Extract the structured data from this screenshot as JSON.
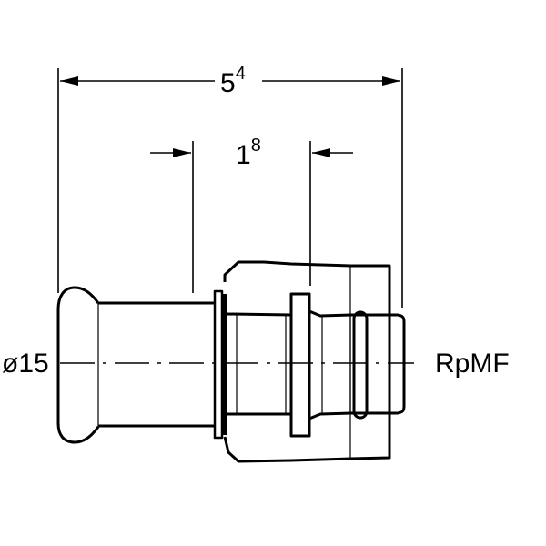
{
  "drawing": {
    "type": "technical drawing - press fitting adapter with union nut",
    "line_color": "#000000",
    "background": "#ffffff"
  },
  "dimensions": {
    "overall_length": {
      "main": "5",
      "sup": "4"
    },
    "insertion_depth": {
      "main": "1",
      "sup": "8"
    }
  },
  "labels": {
    "left_diameter": "ø15",
    "right_thread": "RpMF"
  }
}
